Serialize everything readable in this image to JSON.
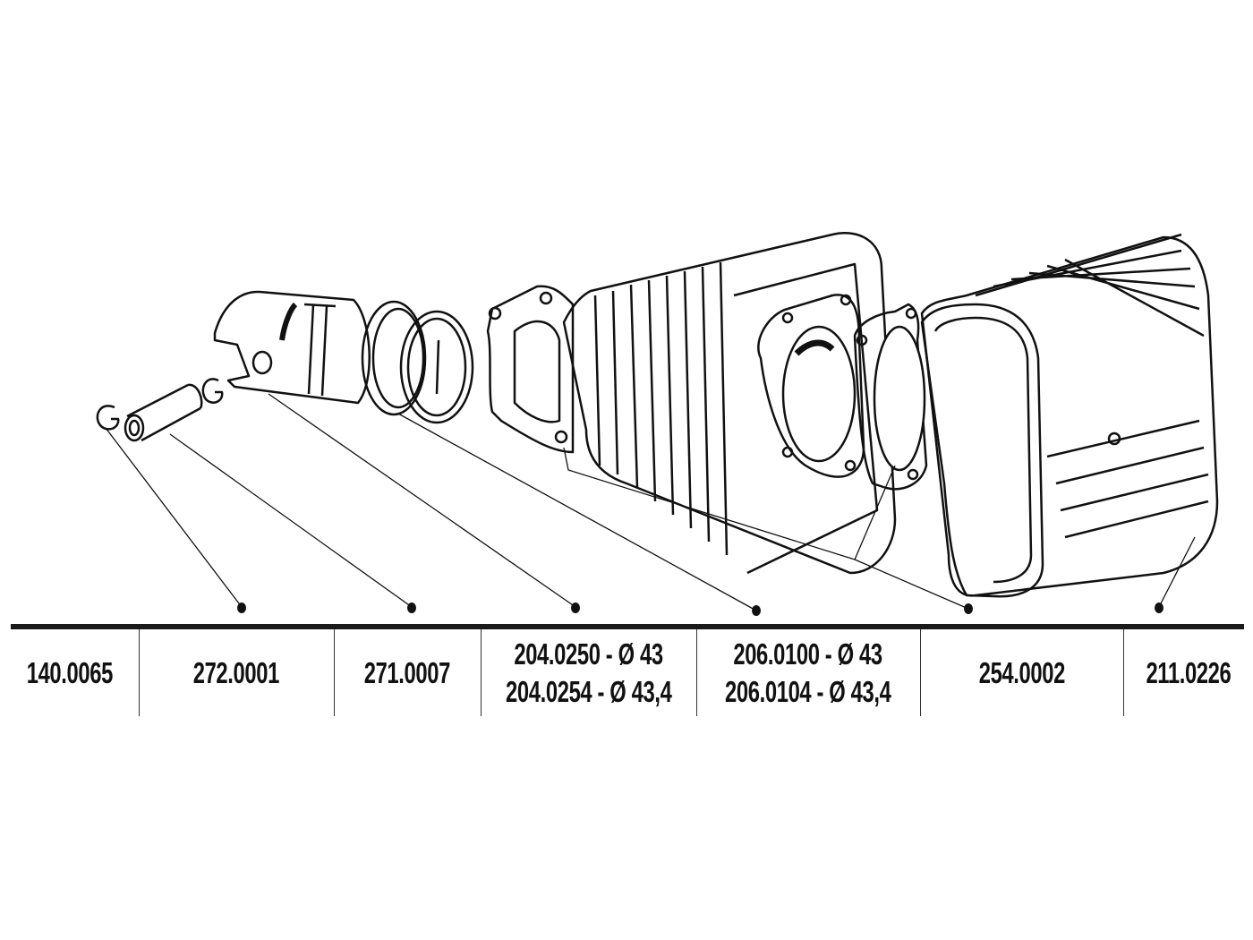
{
  "colors": {
    "ink": "#111111",
    "background": "#ffffff"
  },
  "parts": [
    {
      "lines": [
        "140.0065"
      ]
    },
    {
      "lines": [
        "272.0001"
      ]
    },
    {
      "lines": [
        "271.0007"
      ]
    },
    {
      "lines": [
        "204.0250 - Ø 43",
        "204.0254 - Ø 43,4"
      ]
    },
    {
      "lines": [
        "206.0100 - Ø 43",
        "206.0104 - Ø 43,4"
      ]
    },
    {
      "lines": [
        "254.0002"
      ]
    },
    {
      "lines": [
        "211.0226"
      ]
    }
  ]
}
